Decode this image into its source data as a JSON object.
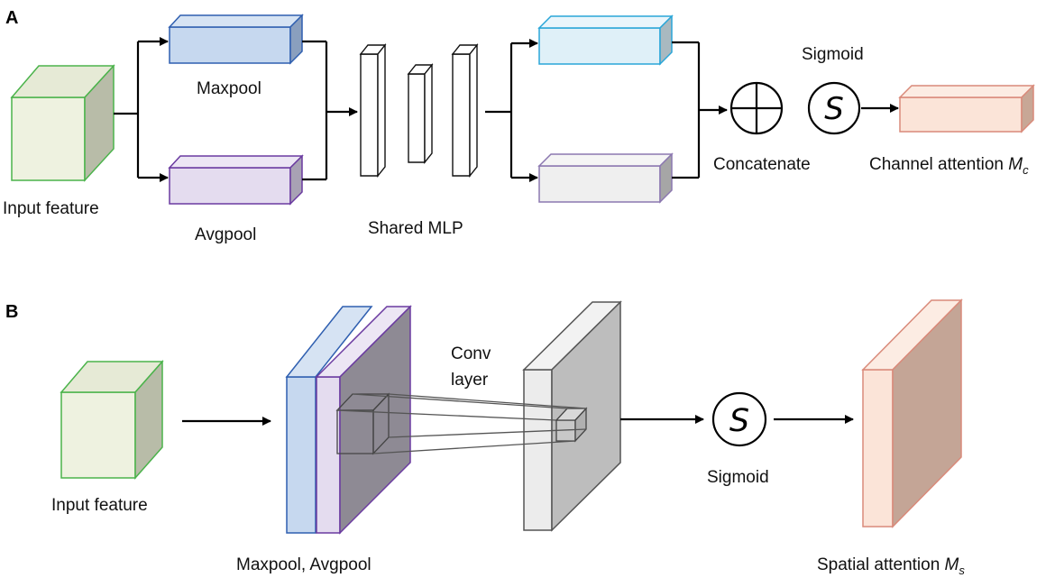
{
  "panel_a": {
    "label": "A",
    "input_feature": "Input feature",
    "maxpool": "Maxpool",
    "avgpool": "Avgpool",
    "shared_mlp": "Shared MLP",
    "concatenate": "Concatenate",
    "sigmoid": "Sigmoid",
    "sigmoid_symbol": "S",
    "channel_attention": "Channel attention ",
    "channel_attention_var": "M",
    "channel_attention_sub": "c"
  },
  "panel_b": {
    "label": "B",
    "input_feature": "Input feature",
    "maxpool_avgpool": "Maxpool, Avgpool",
    "conv_layer_line1": "Conv",
    "conv_layer_line2": "layer",
    "sigmoid": "Sigmoid",
    "sigmoid_symbol": "S",
    "spatial_attention": "Spatial attention ",
    "spatial_attention_var": "M",
    "spatial_attention_sub": "s"
  },
  "colors": {
    "input_green": "#4bb34b",
    "input_green_fill": "#eef2e0",
    "maxpool_blue": "#2f5fb0",
    "maxpool_fill": "#c6d8ef",
    "avgpool_purple": "#6a3aa0",
    "avgpool_fill": "#e4dcef",
    "cyan_edge": "#2aa6d8",
    "cyan_fill": "#dff0f8",
    "grey_fill": "#ececec",
    "attention_edge": "#d98a7a",
    "attention_fill": "#fbe4d8"
  }
}
